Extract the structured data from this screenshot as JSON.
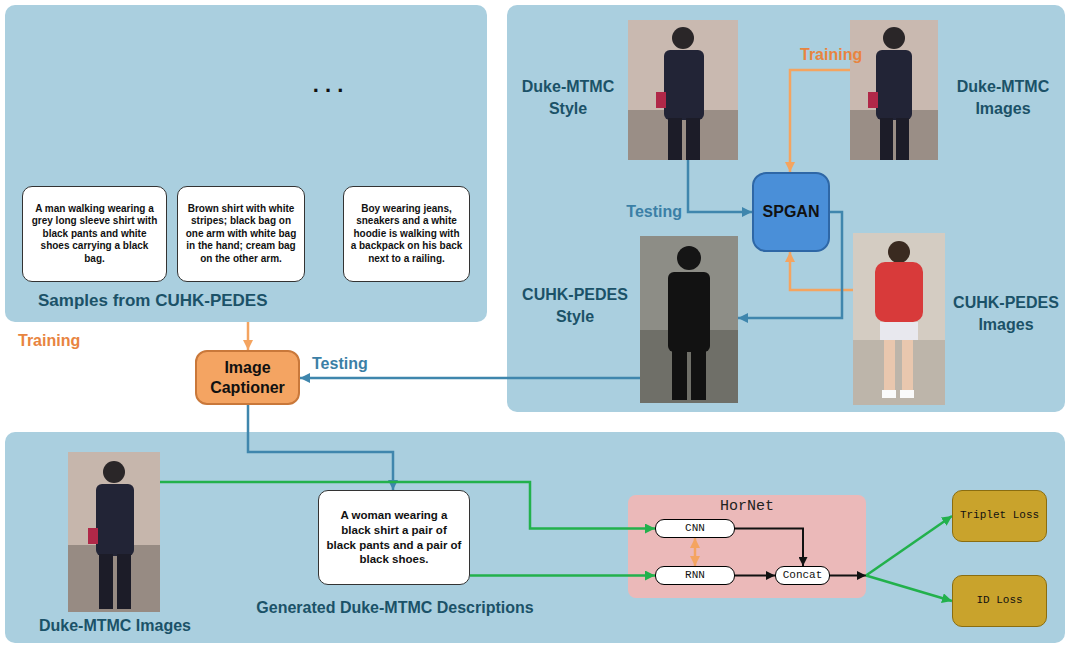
{
  "diagram": {
    "nodes": [
      {
        "text": [
          "Samples from CUHK-PEDES"
        ]
      },
      {
        "text": [
          "A man walking wearing a grey long sleeve shirt with black pants and white shoes carrying a black bag."
        ],
        "in": 0
      },
      {
        "text": [
          "Brown shirt with white stripes; black bag on one arm with white bag in the hand; cream bag on the other arm."
        ],
        "in": 0
      },
      {
        "text": [
          "Boy wearing jeans, sneakers and a white hoodie is walking with a backpack on his back next to a railing."
        ],
        "in": 0
      },
      {
        "text": [
          "Duke-MTMC Style"
        ]
      },
      {
        "text": [
          "Duke-MTMC Images"
        ]
      },
      {
        "text": [
          "SPGAN"
        ]
      },
      {
        "text": [
          "CUHK-PEDES Style"
        ]
      },
      {
        "text": [
          "CUHK-PEDES Images"
        ]
      },
      {
        "text": [
          "Image Captioner"
        ]
      },
      {
        "text": [
          "Duke-MTMC Images"
        ]
      },
      {
        "text": [
          "A woman wearing a black shirt a pair of black pants and a pair of black shoes.",
          "Generated Duke-MTMC Descriptions"
        ]
      },
      {
        "text": [
          "HorNet"
        ]
      },
      {
        "text": [
          "CNN"
        ],
        "in": 12
      },
      {
        "text": [
          "RNN"
        ],
        "in": 12
      },
      {
        "text": [
          "Concat"
        ],
        "in": 12
      },
      {
        "text": [
          "Triplet Loss"
        ]
      },
      {
        "text": [
          "ID Loss"
        ]
      }
    ],
    "edges": [
      {
        "from": 0,
        "to": 9,
        "arrow": "to",
        "label": "Training"
      },
      {
        "from": 5,
        "to": 6,
        "arrow": "to",
        "label": "Training"
      },
      {
        "from": 8,
        "to": 6,
        "arrow": "to"
      },
      {
        "from": 4,
        "to": 6,
        "arrow": "to",
        "label": "Testing"
      },
      {
        "from": 6,
        "to": 7,
        "arrow": "to"
      },
      {
        "from": 7,
        "to": 9,
        "arrow": "to",
        "label": "Testing"
      },
      {
        "from": 9,
        "to": 11,
        "arrow": "to"
      },
      {
        "from": 10,
        "to": 13,
        "arrow": "to"
      },
      {
        "from": 11,
        "to": 14,
        "arrow": "to"
      },
      {
        "from": 13,
        "to": 14,
        "arrow": "both"
      },
      {
        "from": 13,
        "to": 15,
        "arrow": "to"
      },
      {
        "from": 14,
        "to": 15,
        "arrow": "to"
      },
      {
        "from": 12,
        "to": 16,
        "arrow": "to"
      },
      {
        "from": 12,
        "to": 17,
        "arrow": "to"
      }
    ],
    "labels": [
      ". . ."
    ]
  }
}
